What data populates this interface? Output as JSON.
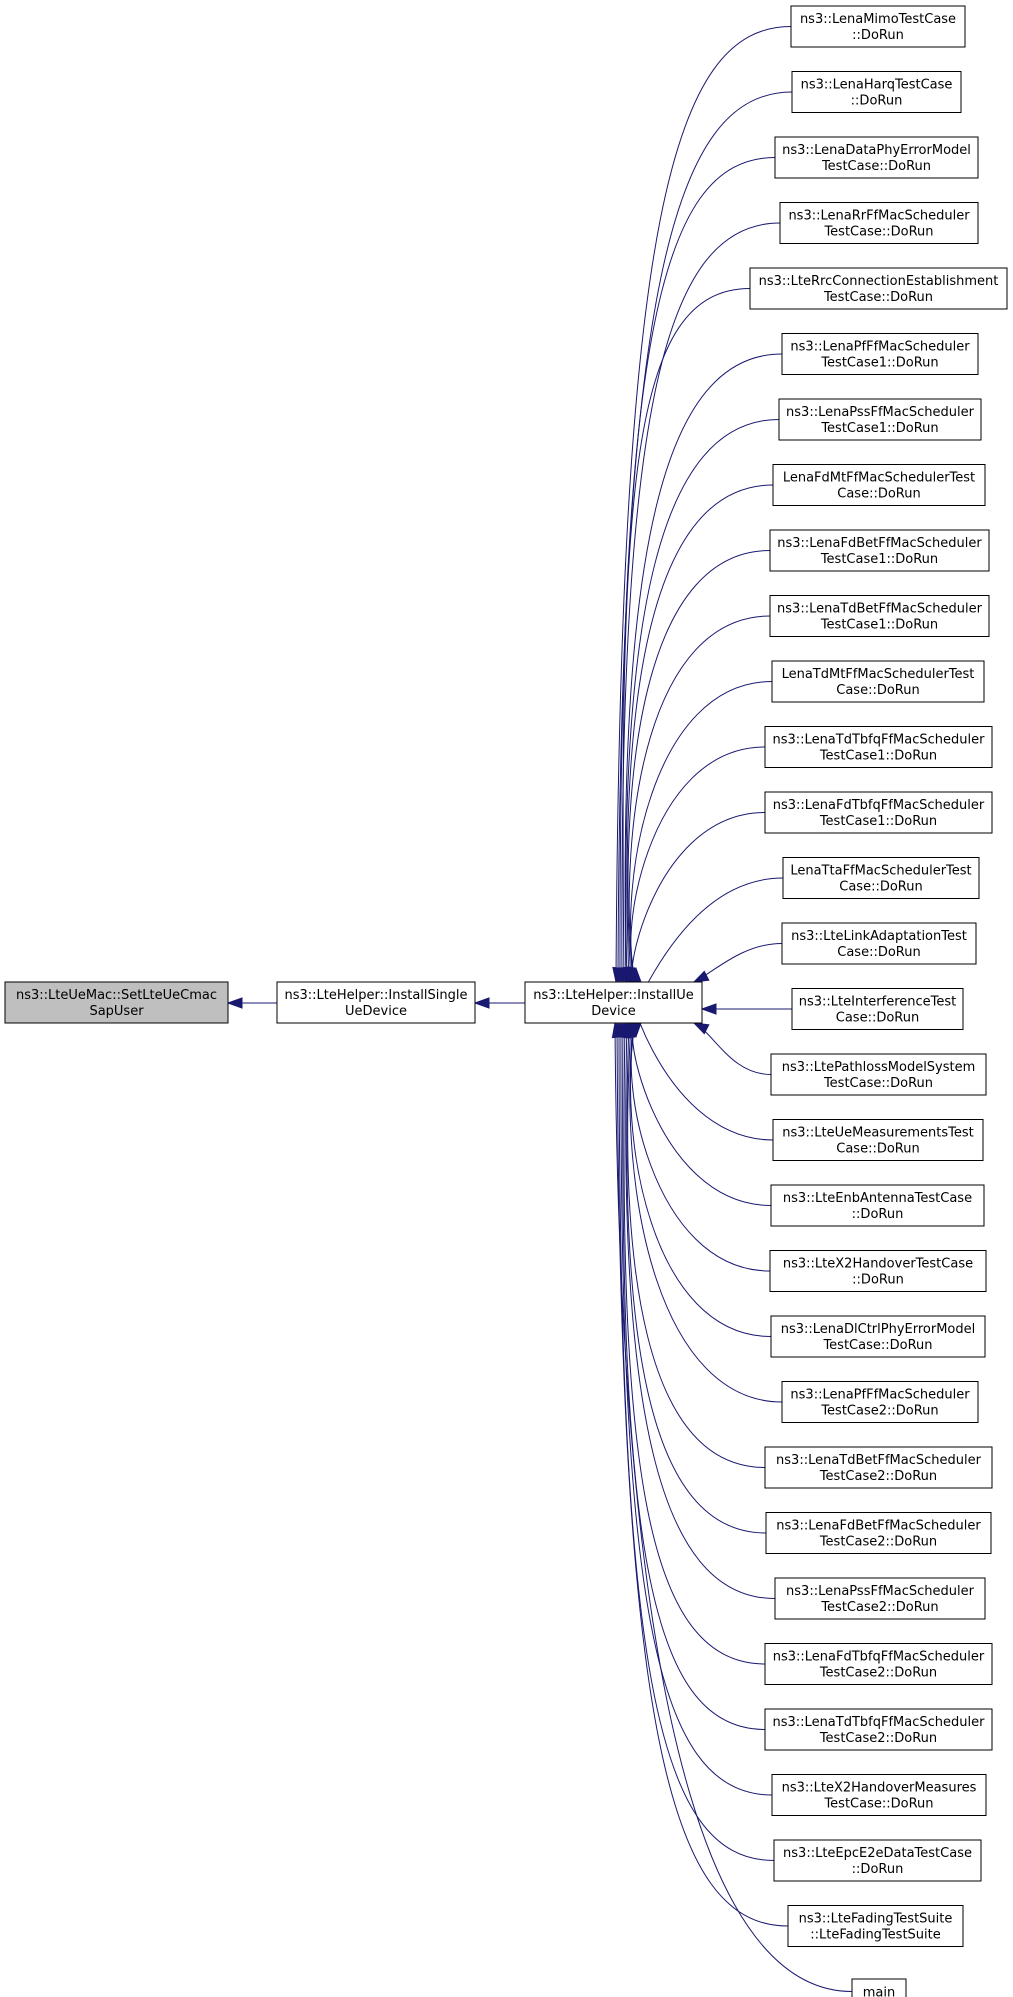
{
  "graph": {
    "edge_color": "#191970",
    "focus_fill": "#bfbfbf",
    "focus": {
      "line1": "ns3::LteUeMac::SetLteUeCmac",
      "line2": "SapUser"
    },
    "mid1": {
      "line1": "ns3::LteHelper::InstallSingle",
      "line2": "UeDevice"
    },
    "mid2": {
      "line1": "ns3::LteHelper::InstallUe",
      "line2": "Device"
    },
    "callers": [
      {
        "line1": "ns3::LenaMimoTestCase",
        "line2": "::DoRun"
      },
      {
        "line1": "ns3::LenaHarqTestCase",
        "line2": "::DoRun"
      },
      {
        "line1": "ns3::LenaDataPhyErrorModel",
        "line2": "TestCase::DoRun"
      },
      {
        "line1": "ns3::LenaRrFfMacScheduler",
        "line2": "TestCase::DoRun"
      },
      {
        "line1": "ns3::LteRrcConnectionEstablishment",
        "line2": "TestCase::DoRun"
      },
      {
        "line1": "ns3::LenaPfFfMacScheduler",
        "line2": "TestCase1::DoRun"
      },
      {
        "line1": "ns3::LenaPssFfMacScheduler",
        "line2": "TestCase1::DoRun"
      },
      {
        "line1": "LenaFdMtFfMacSchedulerTest",
        "line2": "Case::DoRun"
      },
      {
        "line1": "ns3::LenaFdBetFfMacScheduler",
        "line2": "TestCase1::DoRun"
      },
      {
        "line1": "ns3::LenaTdBetFfMacScheduler",
        "line2": "TestCase1::DoRun"
      },
      {
        "line1": "LenaTdMtFfMacSchedulerTest",
        "line2": "Case::DoRun"
      },
      {
        "line1": "ns3::LenaTdTbfqFfMacScheduler",
        "line2": "TestCase1::DoRun"
      },
      {
        "line1": "ns3::LenaFdTbfqFfMacScheduler",
        "line2": "TestCase1::DoRun"
      },
      {
        "line1": "LenaTtaFfMacSchedulerTest",
        "line2": "Case::DoRun"
      },
      {
        "line1": "ns3::LteLinkAdaptationTest",
        "line2": "Case::DoRun"
      },
      {
        "line1": "ns3::LteInterferenceTest",
        "line2": "Case::DoRun"
      },
      {
        "line1": "ns3::LtePathlossModelSystem",
        "line2": "TestCase::DoRun"
      },
      {
        "line1": "ns3::LteUeMeasurementsTest",
        "line2": "Case::DoRun"
      },
      {
        "line1": "ns3::LteEnbAntennaTestCase",
        "line2": "::DoRun"
      },
      {
        "line1": "ns3::LteX2HandoverTestCase",
        "line2": "::DoRun"
      },
      {
        "line1": "ns3::LenaDlCtrlPhyErrorModel",
        "line2": "TestCase::DoRun"
      },
      {
        "line1": "ns3::LenaPfFfMacScheduler",
        "line2": "TestCase2::DoRun"
      },
      {
        "line1": "ns3::LenaTdBetFfMacScheduler",
        "line2": "TestCase2::DoRun"
      },
      {
        "line1": "ns3::LenaFdBetFfMacScheduler",
        "line2": "TestCase2::DoRun"
      },
      {
        "line1": "ns3::LenaPssFfMacScheduler",
        "line2": "TestCase2::DoRun"
      },
      {
        "line1": "ns3::LenaFdTbfqFfMacScheduler",
        "line2": "TestCase2::DoRun"
      },
      {
        "line1": "ns3::LenaTdTbfqFfMacScheduler",
        "line2": "TestCase2::DoRun"
      },
      {
        "line1": "ns3::LteX2HandoverMeasures",
        "line2": "TestCase::DoRun"
      },
      {
        "line1": "ns3::LteEpcE2eDataTestCase",
        "line2": "::DoRun"
      },
      {
        "line1": "ns3::LteFadingTestSuite",
        "line2": "::LteFadingTestSuite"
      },
      {
        "line1": "main",
        "line2": ""
      }
    ]
  }
}
